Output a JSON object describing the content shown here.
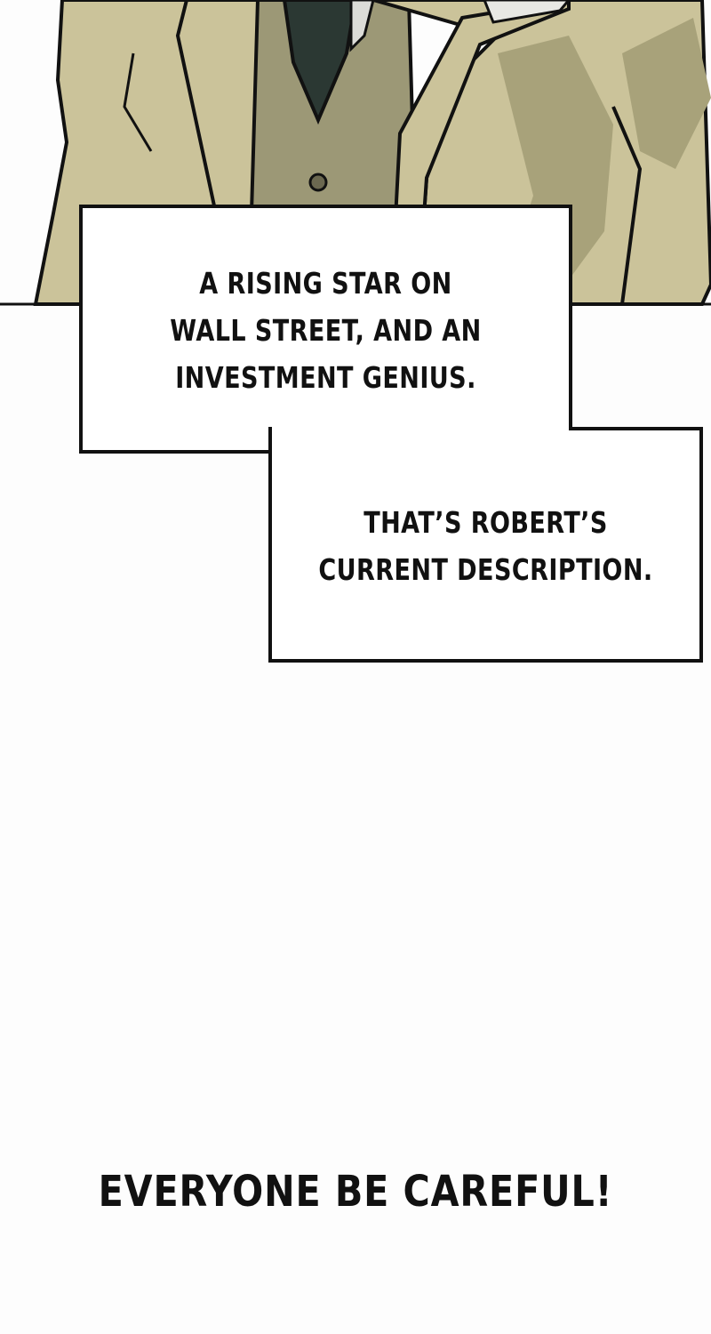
{
  "panel_top": {
    "art_description_icon": "character-torso-illustration",
    "colors": {
      "suit": "#cbc39a",
      "suit_shadow": "#a8a27a",
      "vest": "#9c9876",
      "tie": "#2b3833",
      "outline": "#111111"
    }
  },
  "caption_1": {
    "text": "A RISING STAR ON\nWALL STREET, AND AN\nINVESTMENT GENIUS."
  },
  "caption_2": {
    "text": "THAT’S ROBERT’S\nCURRENT DESCRIPTION."
  },
  "bottom_text": "EVERYONE BE CAREFUL!"
}
